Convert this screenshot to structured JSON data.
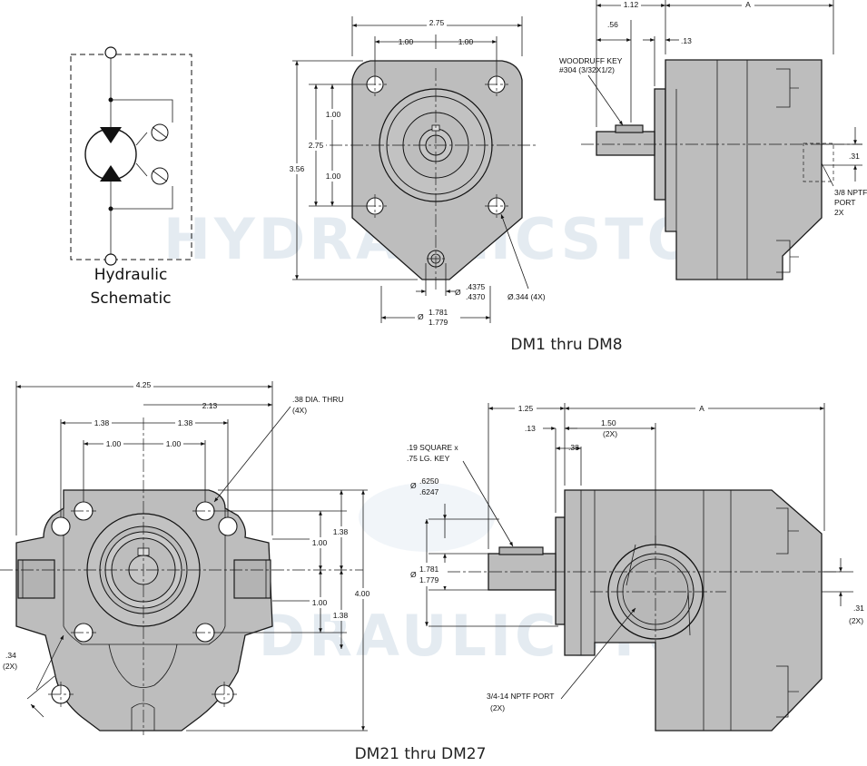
{
  "captions": {
    "top": "DM1 thru DM8",
    "bottom": "DM21 thru DM27",
    "schematic_line1": "Hydraulic",
    "schematic_line2": "Schematic"
  },
  "watermark": {
    "text_top": "HYDRAULICSTORE",
    "text_bottom": "HYDRAULICSTORE"
  },
  "dm1_front": {
    "width_275": "2.75",
    "bolt_100_left": "1.00",
    "bolt_100_right": "1.00",
    "height_356": "3.56",
    "height_275": "2.75",
    "bolt_100_upper": "1.00",
    "bolt_100_lower": "1.00",
    "shaft_dia_label": "Ø",
    "shaft_dia_1": ".4375",
    "shaft_dia_2": ".4370",
    "hole_dia": "Ø.344 (4X)",
    "pilot_dia_label": "Ø",
    "pilot_dia_1": "1.781",
    "pilot_dia_2": "1.779"
  },
  "dm1_side": {
    "dim_112": "1.12",
    "dim_A": "A",
    "dim_56": ".56",
    "dim_13": ".13",
    "key_line1": "WOODRUFF KEY",
    "key_line2": "#304 (3/32X1/2)",
    "dim_31": ".31",
    "port_line1": "3/8 NPTF",
    "port_line2": "PORT",
    "port_line3": "2X"
  },
  "dm21_front": {
    "width_425": "4.25",
    "dim_213": "2.13",
    "dim_138_left": "1.38",
    "dim_138_right": "1.38",
    "dim_100_left": "1.00",
    "dim_100_right": "1.00",
    "thru_line1": ".38 DIA. THRU",
    "thru_line2": "(4X)",
    "v_138_upper": "1.38",
    "v_100_upper": "1.00",
    "v_100_lower": "1.00",
    "v_138_lower": "1.38",
    "height_400": "4.00",
    "dim_34": ".34",
    "dim_34_count": "(2X)"
  },
  "dm21_side": {
    "dim_125": "1.25",
    "dim_A": "A",
    "dim_13": ".13",
    "dim_150": "1.50",
    "dim_150_count": "(2X)",
    "dim_38": ".38",
    "key_line1": ".19 SQUARE x",
    "key_line2": ".75 LG. KEY",
    "shaft_dia_label": "Ø",
    "shaft_dia_1": ".6250",
    "shaft_dia_2": ".6247",
    "pilot_dia_label": "Ø",
    "pilot_dia_1": "1.781",
    "pilot_dia_2": "1.779",
    "dim_31": ".31",
    "dim_31_count": "(2X)",
    "port_line1": "3/4-14 NPTF PORT",
    "port_line2": "(2X)"
  }
}
